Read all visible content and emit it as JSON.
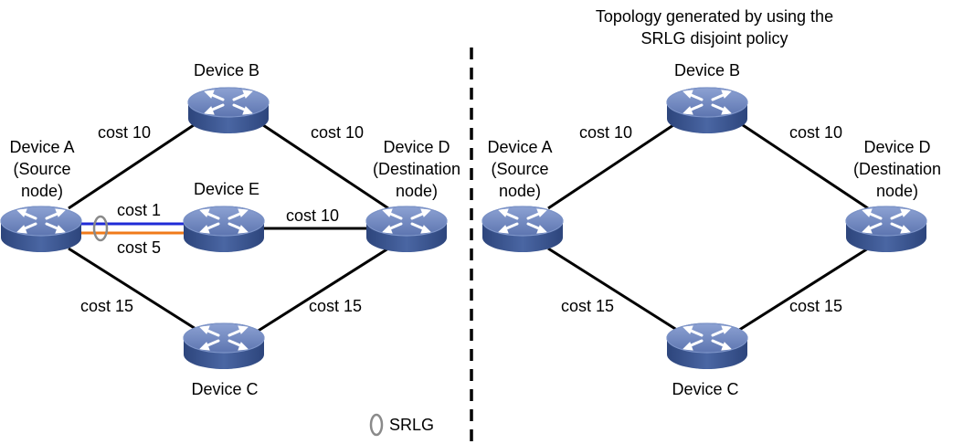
{
  "left": {
    "nodes": {
      "a": {
        "name": "Device A",
        "role_line1": "(Source",
        "role_line2": "node)"
      },
      "b": {
        "name": "Device B"
      },
      "c": {
        "name": "Device C"
      },
      "d": {
        "name": "Device D",
        "role_line1": "(Destination",
        "role_line2": "node)"
      },
      "e": {
        "name": "Device E"
      }
    },
    "links": {
      "ab": "cost 10",
      "bd": "cost 10",
      "ae_upper": "cost 1",
      "ae_lower": "cost 5",
      "ed": "cost 10",
      "ac": "cost 15",
      "cd": "cost 15"
    },
    "legend": {
      "srlg_label": "SRLG"
    }
  },
  "right": {
    "title_line1": "Topology generated by using the",
    "title_line2": "SRLG disjoint policy",
    "nodes": {
      "a": {
        "name": "Device A",
        "role_line1": "(Source",
        "role_line2": "node)"
      },
      "b": {
        "name": "Device B"
      },
      "c": {
        "name": "Device C"
      },
      "d": {
        "name": "Device D",
        "role_line1": "(Destination",
        "role_line2": "node)"
      }
    },
    "links": {
      "ab": "cost 10",
      "bd": "cost 10",
      "ac": "cost 15",
      "cd": "cost 15"
    }
  },
  "colors": {
    "link": "#000000",
    "srlg_link_upper": "#1f2bd6",
    "srlg_link_lower": "#f07a1a",
    "srlg_ring": "#8a8a8a",
    "router_top": "#6f86bd",
    "router_side": "#3b5590",
    "divider": "#000000"
  },
  "icons": {
    "router": "router-icon",
    "srlg": "srlg-ellipse-icon"
  }
}
